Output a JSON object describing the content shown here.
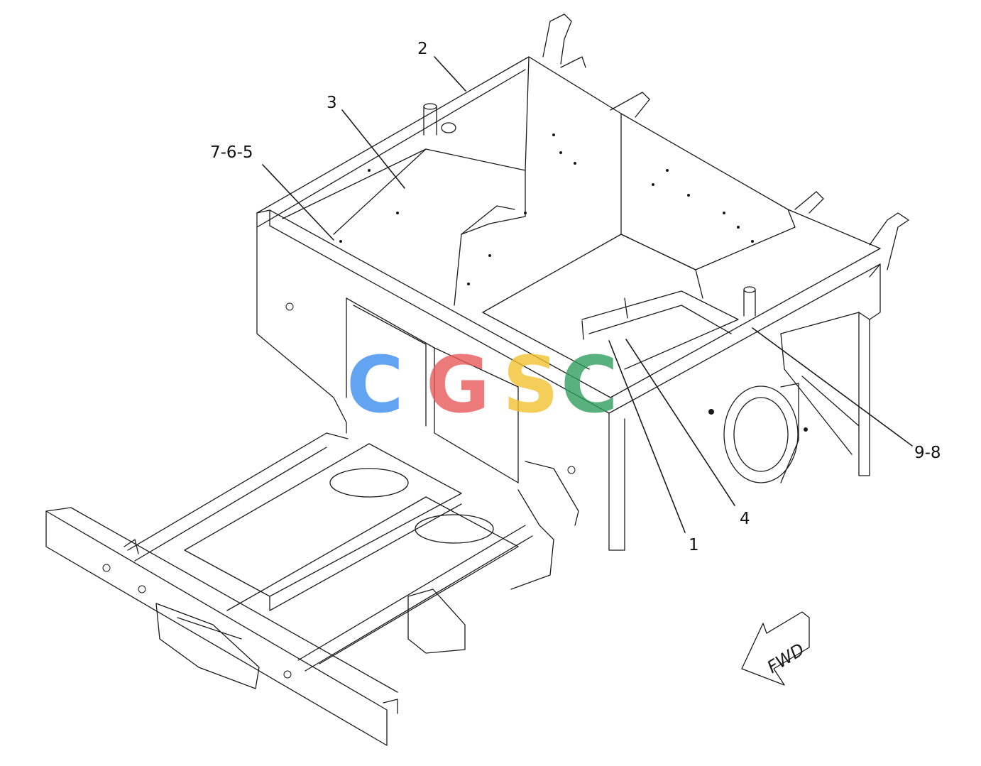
{
  "diagram": {
    "callouts": [
      {
        "id": "c2",
        "label": "2"
      },
      {
        "id": "c3",
        "label": "3"
      },
      {
        "id": "c765",
        "label": "7-6-5"
      },
      {
        "id": "c98",
        "label": "9-8"
      },
      {
        "id": "c4",
        "label": "4"
      },
      {
        "id": "c1",
        "label": "1"
      }
    ],
    "fwd_label": "FWD",
    "watermark": {
      "text": "CGSC",
      "colors": [
        "#3d8ef0",
        "#e85a5a",
        "#f2c230",
        "#2f9e5e"
      ]
    }
  }
}
